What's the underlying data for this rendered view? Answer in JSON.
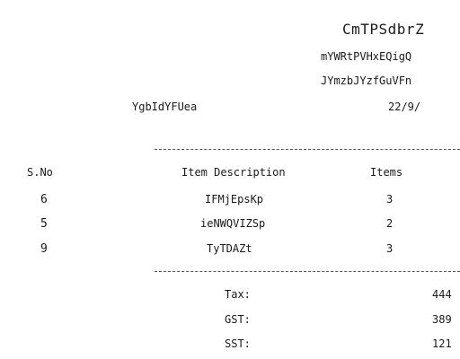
{
  "store": {
    "name": "CmTPSdbrZ",
    "address_line1": "mYWRtPVHxEQigQ",
    "address_line2": "JYmzbJYzfGuVFn"
  },
  "customer": "YgbIdYFUea",
  "date": "22/9/",
  "table": {
    "headers": {
      "sno": "S.No",
      "description": "Item Description",
      "items": "Items"
    },
    "rows": [
      {
        "sno": "6",
        "description": "IFMjEpsKp",
        "items": "3"
      },
      {
        "sno": "5",
        "description": "ieNWQVIZSp",
        "items": "2"
      },
      {
        "sno": "9",
        "description": "TyTDAZt",
        "items": "3"
      }
    ]
  },
  "totals": [
    {
      "label": "Tax:",
      "value": "444"
    },
    {
      "label": "GST:",
      "value": "389"
    },
    {
      "label": "SST:",
      "value": "121"
    }
  ]
}
